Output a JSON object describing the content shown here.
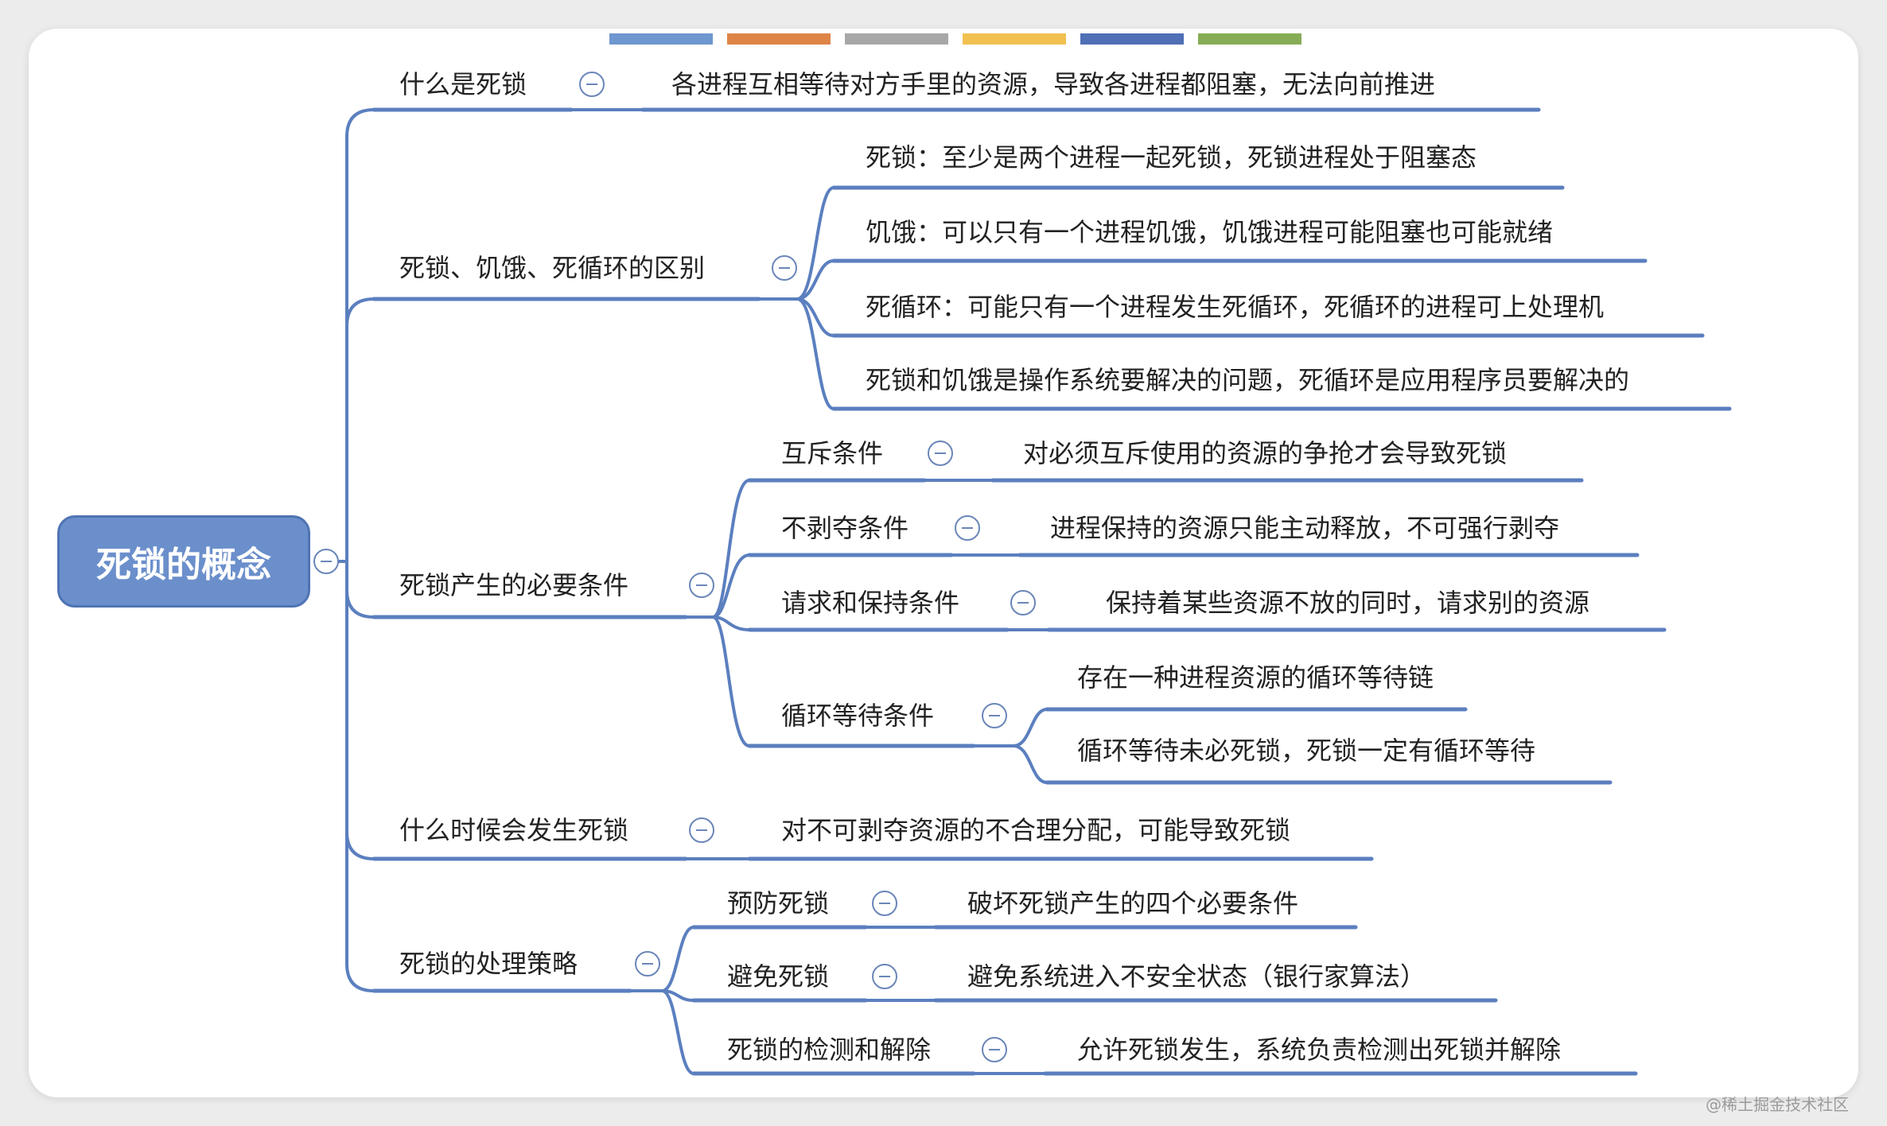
{
  "toolbar": {
    "swatches": [
      "#6e96cf",
      "#de8447",
      "#a7a7a7",
      "#f1c04f",
      "#4f6fb6",
      "#86ad55"
    ]
  },
  "mindmap": {
    "root": "死锁的概念",
    "branches": [
      {
        "label": "什么是死锁",
        "children": [
          {
            "label": "各进程互相等待对方手里的资源，导致各进程都阻塞，无法向前推进"
          }
        ]
      },
      {
        "label": "死锁、饥饿、死循环的区别",
        "children": [
          {
            "label": "死锁：至少是两个进程一起死锁，死锁进程处于阻塞态"
          },
          {
            "label": "饥饿：可以只有一个进程饥饿，饥饿进程可能阻塞也可能就绪"
          },
          {
            "label": "死循环：可能只有一个进程发生死循环，死循环的进程可上处理机"
          },
          {
            "label": "死锁和饥饿是操作系统要解决的问题，死循环是应用程序员要解决的"
          }
        ]
      },
      {
        "label": "死锁产生的必要条件",
        "children": [
          {
            "label": "互斥条件",
            "children": [
              {
                "label": "对必须互斥使用的资源的争抢才会导致死锁"
              }
            ]
          },
          {
            "label": "不剥夺条件",
            "children": [
              {
                "label": "进程保持的资源只能主动释放，不可强行剥夺"
              }
            ]
          },
          {
            "label": "请求和保持条件",
            "children": [
              {
                "label": "保持着某些资源不放的同时，请求别的资源"
              }
            ]
          },
          {
            "label": "循环等待条件",
            "children": [
              {
                "label": "存在一种进程资源的循环等待链"
              },
              {
                "label": "循环等待未必死锁，死锁一定有循环等待"
              }
            ]
          }
        ]
      },
      {
        "label": "什么时候会发生死锁",
        "children": [
          {
            "label": "对不可剥夺资源的不合理分配，可能导致死锁"
          }
        ]
      },
      {
        "label": "死锁的处理策略",
        "children": [
          {
            "label": "预防死锁",
            "children": [
              {
                "label": "破坏死锁产生的四个必要条件"
              }
            ]
          },
          {
            "label": "避免死锁",
            "children": [
              {
                "label": "避免系统进入不安全状态（银行家算法）"
              }
            ]
          },
          {
            "label": "死锁的检测和解除",
            "children": [
              {
                "label": "允许死锁发生，系统负责检测出死锁并解除"
              }
            ]
          }
        ]
      }
    ]
  },
  "watermark": "@稀土掘金技术社区",
  "colors": {
    "line": "#5b7fbf",
    "root_fill": "#6b8fcb",
    "text": "#222222"
  }
}
